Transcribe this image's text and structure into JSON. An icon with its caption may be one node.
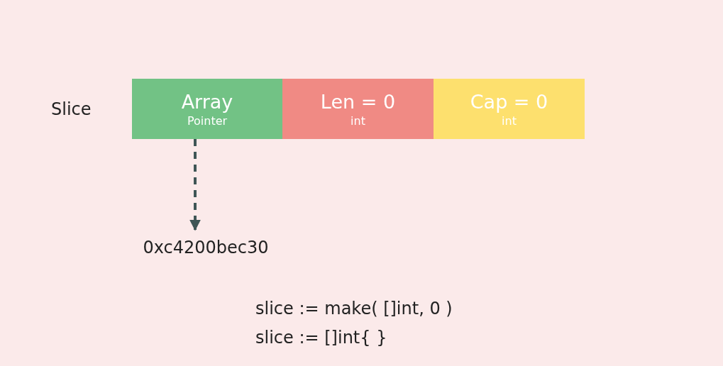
{
  "diagram": {
    "nodes": [
      {
        "text": [
          "Array",
          "Pointer"
        ]
      },
      {
        "text": [
          "Len = 0",
          "int"
        ]
      },
      {
        "text": [
          "Cap = 0",
          "int"
        ]
      },
      {
        "text": [
          "0xc4200bec30"
        ]
      }
    ],
    "edges": [
      {
        "from": 0,
        "to": 3,
        "arrow": "to",
        "style": "dashed"
      }
    ],
    "labels": [
      "Slice",
      "slice := make( []int, 0 )",
      "slice := []int{ }"
    ]
  }
}
